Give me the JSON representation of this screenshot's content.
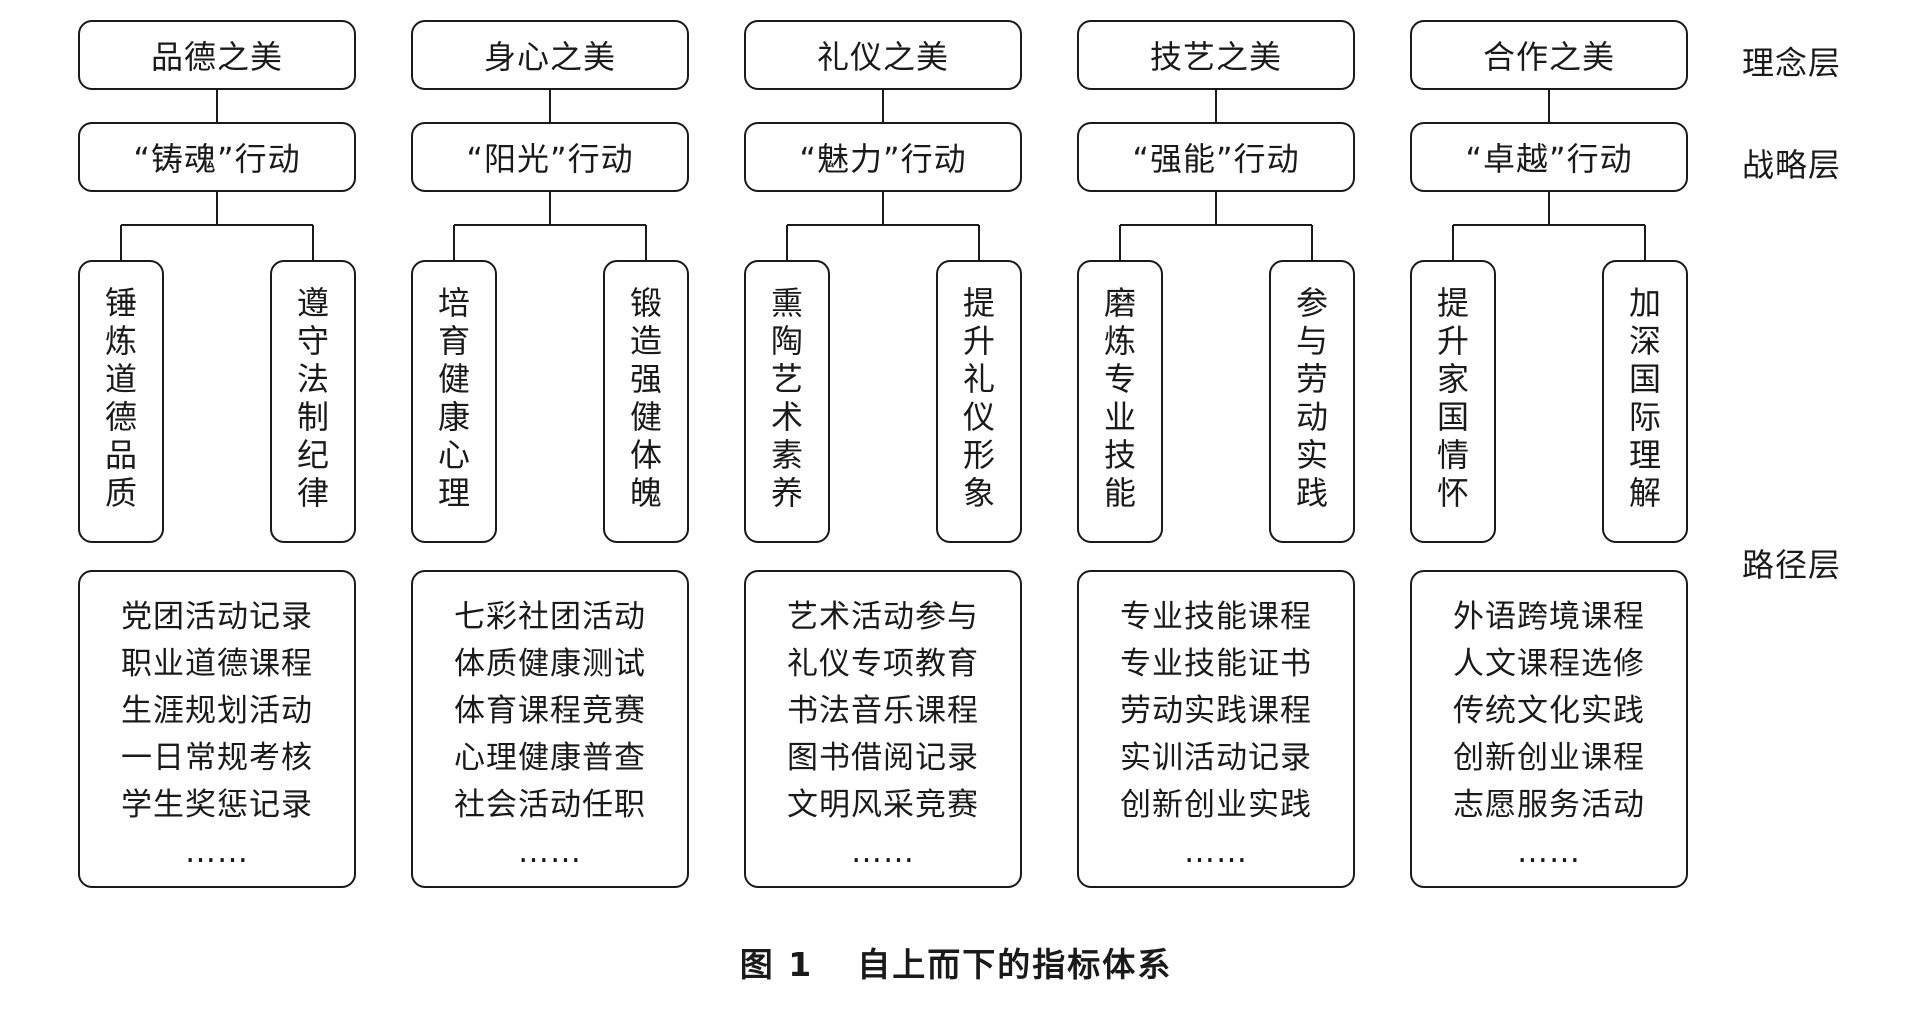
{
  "columns": [
    {
      "concept": "品德之美",
      "strategy": "“铸魂”行动",
      "sub": [
        "锤炼道德品质",
        "遵守法制纪律"
      ],
      "paths": [
        "党团活动记录",
        "职业道德课程",
        "生涯规划活动",
        "一日常规考核",
        "学生奖惩记录",
        "……"
      ]
    },
    {
      "concept": "身心之美",
      "strategy": "“阳光”行动",
      "sub": [
        "培育健康心理",
        "锻造强健体魄"
      ],
      "paths": [
        "七彩社团活动",
        "体质健康测试",
        "体育课程竞赛",
        "心理健康普查",
        "社会活动任职",
        "……"
      ]
    },
    {
      "concept": "礼仪之美",
      "strategy": "“魅力”行动",
      "sub": [
        "熏陶艺术素养",
        "提升礼仪形象"
      ],
      "paths": [
        "艺术活动参与",
        "礼仪专项教育",
        "书法音乐课程",
        "图书借阅记录",
        "文明风采竞赛",
        "……"
      ]
    },
    {
      "concept": "技艺之美",
      "strategy": "“强能”行动",
      "sub": [
        "磨炼专业技能",
        "参与劳动实践"
      ],
      "paths": [
        "专业技能课程",
        "专业技能证书",
        "劳动实践课程",
        "实训活动记录",
        "创新创业实践",
        "……"
      ]
    },
    {
      "concept": "合作之美",
      "strategy": "“卓越”行动",
      "sub": [
        "提升家国情怀",
        "加深国际理解"
      ],
      "paths": [
        "外语跨境课程",
        "人文课程选修",
        "传统文化实践",
        "创新创业课程",
        "志愿服务活动",
        "……"
      ]
    }
  ],
  "layers": {
    "concept": "理念层",
    "strategy": "战略层",
    "path": "路径层"
  },
  "caption": {
    "number": "图 1",
    "title": "自上而下的指标体系"
  },
  "colors": {
    "line": "#1a1a1a",
    "background": "#ffffff"
  }
}
